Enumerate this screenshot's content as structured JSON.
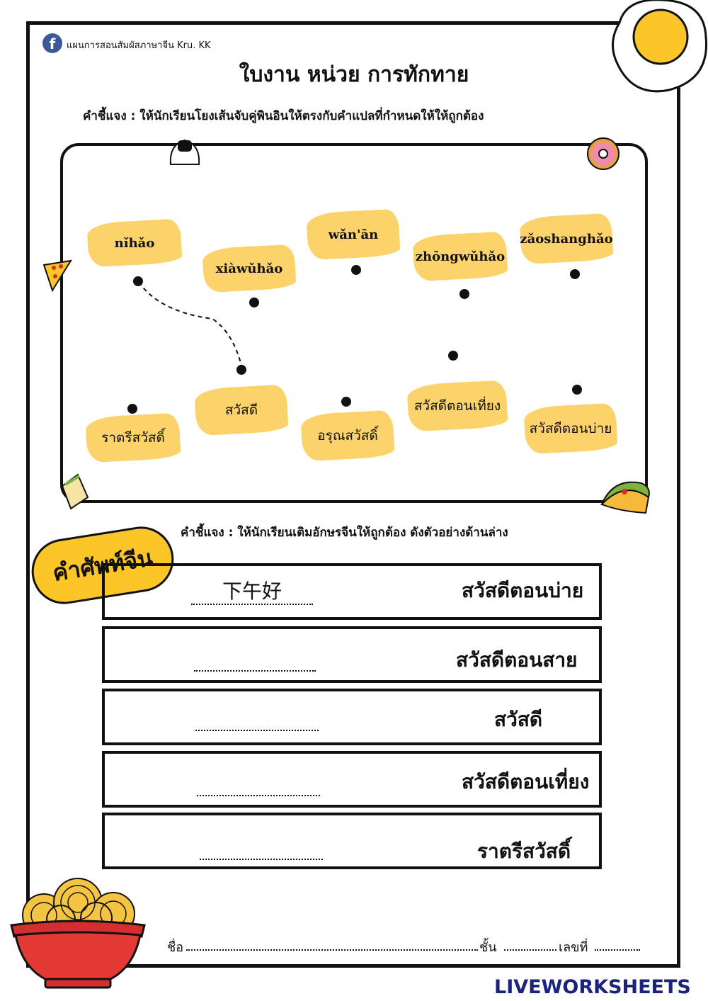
{
  "header": {
    "brand_text": "แผนการสอนสัมผัสภาษาจีน Kru. KK",
    "fb_icon": "f",
    "title": "ใบงาน หน่วย การทักทาย"
  },
  "section1": {
    "instruction": "คำชี้แจง : ให้นักเรียนโยงเส้นจับคู่พินอินให้ตรงกับคำแปลที่กำหนดให้ให้ถูกต้อง",
    "pinyin": [
      "nǐhǎo",
      "xiàwǔhǎo",
      "wǎn'ān",
      "zhōngwǔhǎo",
      "zǎoshanghǎo"
    ],
    "thai": [
      "ราตรีสวัสดิ์",
      "สวัสดี",
      "อรุณสวัสดิ์",
      "สวัสดีตอนเที่ยง",
      "สวัสดีตอนบ่าย"
    ]
  },
  "section2": {
    "instruction": "คำชี้แจง : ให้นักเรียนเติมอักษรจีนให้ถูกต้อง ดังตัวอย่างด้านล่าง",
    "tag": "คำศัพท์จีน",
    "rows": [
      {
        "answer": "下午好",
        "meaning": "สวัสดีตอนบ่าย"
      },
      {
        "answer": "",
        "meaning": "สวัสดีตอนสาย"
      },
      {
        "answer": "",
        "meaning": "สวัสดี"
      },
      {
        "answer": "",
        "meaning": "สวัสดีตอนเที่ยง"
      },
      {
        "answer": "",
        "meaning": "ราตรีสวัสดิ์"
      }
    ]
  },
  "footer": {
    "name_label": "ชื่อ",
    "class_label": "ชั้น",
    "number_label": "เลขที่"
  },
  "watermark": {
    "logo_text": "LIVEWORKSHEETS"
  },
  "colors": {
    "blob": "#fcd26b",
    "tag": "#fcc629",
    "bowl": "#e53935",
    "noodle": "#f6c443"
  }
}
